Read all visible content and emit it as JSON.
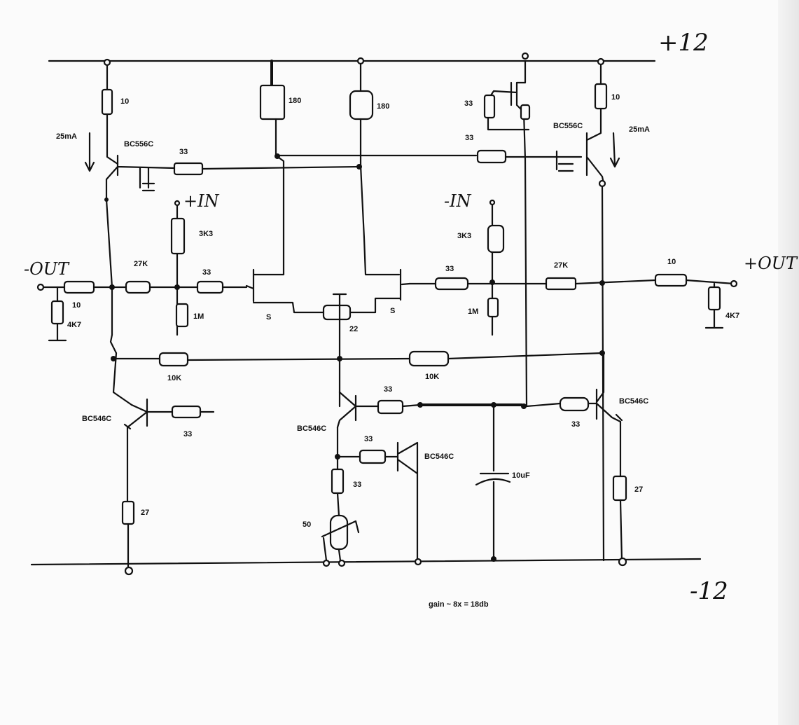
{
  "rails": {
    "positive": "+12",
    "negative": "-12"
  },
  "inputs": {
    "positive": "+IN",
    "negative": "-IN"
  },
  "outputs": {
    "negative": "-OUT",
    "positive": "+OUT"
  },
  "resistors": {
    "r_top_left": "10",
    "r_top_right": "10",
    "r_drain_left": "180",
    "r_drain_right": "180",
    "r_base_q1": "33",
    "r_base_q2": "33",
    "r_jfet_gate": "33",
    "r_in_pos_bias": "3K3",
    "r_in_neg_bias": "3K3",
    "r_in_pos_series": "33",
    "r_in_neg_series": "33",
    "r_fb_left": "27K",
    "r_fb_right": "27K",
    "r_out_left": "10",
    "r_out_right": "10",
    "r_load_left": "4K7",
    "r_load_right": "4K7",
    "r_gate_left": "1M",
    "r_gate_right": "1M",
    "r_source": "22",
    "r_mid_left": "10K",
    "r_mid_right": "10K",
    "r_q3_base": "33",
    "r_q4_base": "33",
    "r_q5_base": "33",
    "r_q6_base": "33",
    "r_q7_base": "33",
    "r_bottom_left": "27",
    "r_bottom_right": "27",
    "r_trim": "50"
  },
  "currents": {
    "left": "25mA",
    "right": "25mA"
  },
  "transistors": {
    "q1": "BC556C",
    "q2": "BC556C",
    "q3": "BC546C",
    "q4": "BC546C",
    "q5": "BC546C",
    "q6": "BC546C"
  },
  "source_labels": {
    "left": "S",
    "right": "S"
  },
  "capacitor": "10uF",
  "gain_note": "gain ~ 8x = 18db"
}
